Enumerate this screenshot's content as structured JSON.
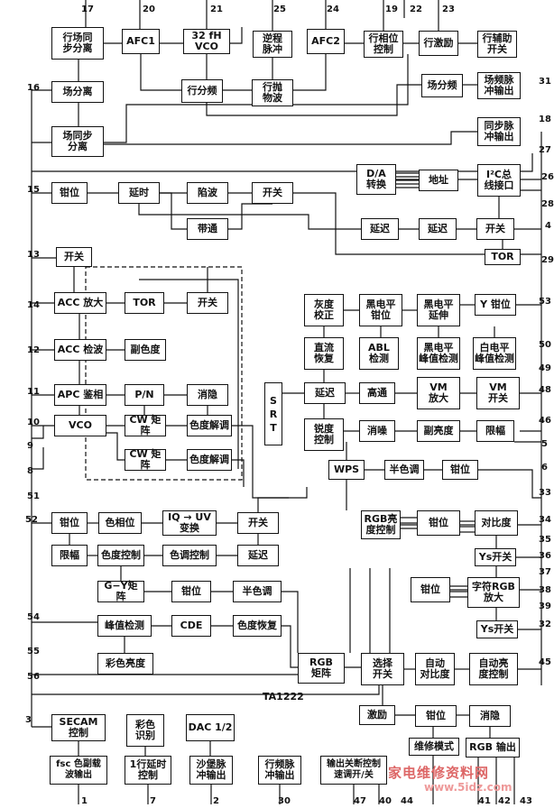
{
  "chip": "TA1222",
  "watermark": {
    "text": "家电维修资料网",
    "url": "www.5idz.com"
  },
  "blocks": {
    "hsync_sep": "行场同\n步分离",
    "afc1": "AFC1",
    "vco32": "32 fH VCO",
    "retrace": "逆程\n脉冲",
    "afc2": "AFC2",
    "hphase": "行相位\n控制",
    "hdrive": "行激励",
    "haux": "行辅助\n开关",
    "vsep": "场分离",
    "hdiv": "行分频",
    "hparabola": "行抛\n物波",
    "vdiv": "场分频",
    "vpulse_out": "场频脉\n冲输出",
    "vsync_sep": "场同步\n分离",
    "sync_out": "同步脉\n冲输出",
    "da": "D/A\n转换",
    "addr": "地址",
    "i2c": "I²C总\n线接口",
    "clamp1": "钳位",
    "delay1": "延时",
    "trap": "陷波",
    "sw1": "开关",
    "bandpass": "带通",
    "delay2": "延迟",
    "delay3": "延迟",
    "sw2": "开关",
    "tor2": "TOR",
    "sw3": "开关",
    "acc_amp": "ACC 放大",
    "tor1": "TOR",
    "sw4": "开关",
    "acc_det": "ACC 检波",
    "sub_color": "副色度",
    "apc": "APC 鉴相",
    "pn": "P/N",
    "killer": "消隐",
    "vco": "VCO",
    "cw1": "CW 矩阵",
    "cdemod1": "色度解调",
    "cw2": "CW 矩阵",
    "cdemod2": "色度解调",
    "gray": "灰度\n校正",
    "bclamp": "黑电平\n钳位",
    "bstretch": "黑电平\n延伸",
    "yclamp": "Y 钳位",
    "dc_restore": "直流\n恢复",
    "abl": "ABL\n检测",
    "bpeak": "黑电平\n峰值检测",
    "wpeak": "白电平\n峰值检测",
    "srt": "S\nR\nT",
    "ydelay": "延迟",
    "highpass": "高通",
    "vmamp": "VM\n放大",
    "vmsw": "VM\n开关",
    "sharp": "锐度\n控制",
    "denoise": "消噪",
    "subbright": "副亮度",
    "limit1": "限幅",
    "wps": "WPS",
    "halftone1": "半色调",
    "clamp2": "钳位",
    "clamp3": "钳位",
    "hue": "色相位",
    "iquv": "IQ → UV\n变换",
    "sw5": "开关",
    "rgb_bright": "RGB亮\n度控制",
    "clamp4": "钳位",
    "contrast": "对比度",
    "limit2": "限幅",
    "chroma_ctl": "色度控制",
    "tint_ctl": "色调控制",
    "delay4": "延迟",
    "ys1": "Ys开关",
    "gy": "G−Y矩阵",
    "clamp5": "钳位",
    "halftone2": "半色调",
    "clamp6": "钳位",
    "char_rgb": "字符RGB\n放大",
    "peakdet": "峰值检测",
    "cde": "CDE",
    "crestore": "色度恢复",
    "ys2": "Ys开关",
    "colorbright": "彩色亮度",
    "rgbmatrix": "RGB\n矩阵",
    "selsw": "选择\n开关",
    "autocontrast": "自动\n对比度",
    "autobright": "自动亮\n度控制",
    "secam": "SECAM\n控制",
    "colorid": "彩色\n识别",
    "dac": "DAC 1/2",
    "drive": "激励",
    "clamp7": "钳位",
    "blank": "消隐",
    "service": "维修模式",
    "rgbout": "RGB 输出",
    "fsc_out": "fsc 色副载\n波输出",
    "h1delay": "1行延时\n控制",
    "sandcastle": "沙堡脉\n冲输出",
    "hpulse_out": "行频脉\n冲输出",
    "mute": "输出关断控制\n速调开/关"
  },
  "pins": [
    "17",
    "20",
    "21",
    "25",
    "24",
    "19",
    "22",
    "23",
    "16",
    "31",
    "18",
    "27",
    "15",
    "26",
    "28",
    "4",
    "13",
    "29",
    "14",
    "53",
    "12",
    "50",
    "49",
    "11",
    "48",
    "10",
    "46",
    "9",
    "5",
    "8",
    "6",
    "51",
    "33",
    "52",
    "34",
    "35",
    "36",
    "37",
    "38",
    "54",
    "39",
    "32",
    "55",
    "45",
    "56",
    "3",
    "1",
    "7",
    "2",
    "30",
    "47",
    "40",
    "44",
    "41",
    "42",
    "43"
  ]
}
